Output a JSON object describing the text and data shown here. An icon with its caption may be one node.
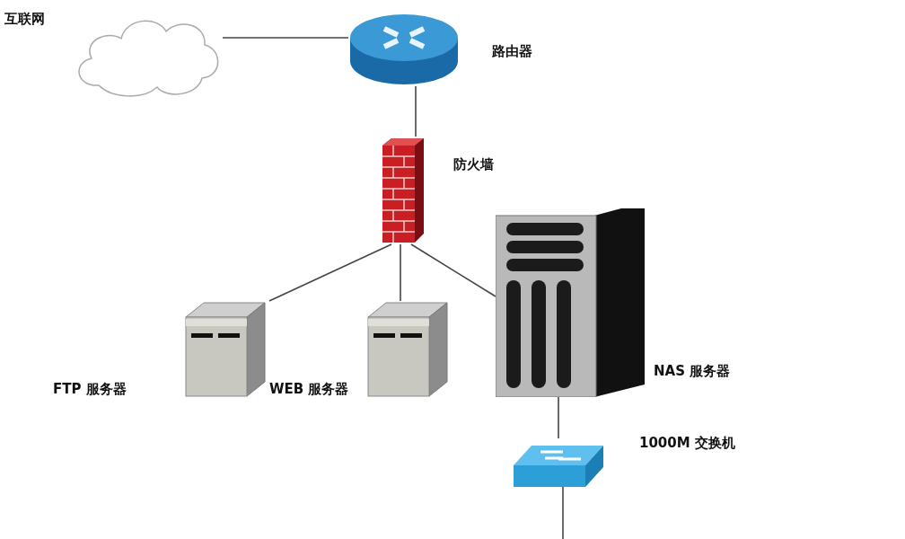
{
  "diagram": {
    "nodes": [
      {
        "text": [
          "互联网"
        ]
      },
      {
        "text": [
          "路由器"
        ]
      },
      {
        "text": [
          "防火墙"
        ]
      },
      {
        "text": [
          "FTP 服务器"
        ]
      },
      {
        "text": [
          "WEB 服务器"
        ]
      },
      {
        "text": [
          "NAS 服务器"
        ]
      },
      {
        "text": [
          "1000M 交换机"
        ]
      }
    ],
    "edges": [
      {
        "from": 0,
        "to": 1,
        "arrow": "none"
      },
      {
        "from": 1,
        "to": 2,
        "arrow": "none"
      },
      {
        "from": 2,
        "to": 3,
        "arrow": "none"
      },
      {
        "from": 2,
        "to": 4,
        "arrow": "none"
      },
      {
        "from": 2,
        "to": 5,
        "arrow": "none"
      },
      {
        "from": 5,
        "to": 6,
        "arrow": "none"
      },
      {
        "from": 6,
        "to": null,
        "arrow": "none"
      }
    ]
  }
}
